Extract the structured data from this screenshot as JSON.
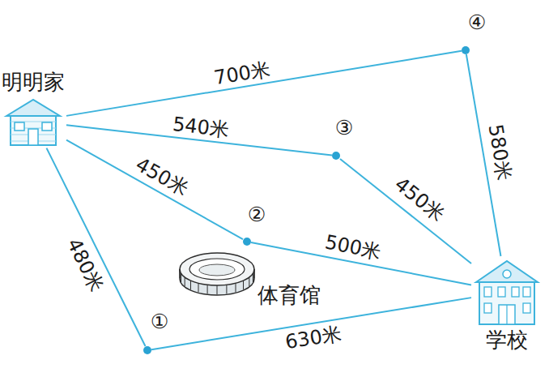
{
  "diagram": {
    "nodes": [
      {
        "text": [
          "明明家"
        ]
      },
      {
        "text": [
          "④"
        ]
      },
      {
        "text": [
          "③"
        ]
      },
      {
        "text": [
          "②"
        ]
      },
      {
        "text": [
          "①"
        ]
      },
      {
        "text": [
          "学校"
        ]
      }
    ],
    "edges": [
      {
        "from": 0,
        "to": 1,
        "arrow": "none",
        "label": "700米"
      },
      {
        "from": 1,
        "to": 5,
        "arrow": "none",
        "label": "580米"
      },
      {
        "from": 0,
        "to": 2,
        "arrow": "none",
        "label": "540米"
      },
      {
        "from": 2,
        "to": 5,
        "arrow": "none",
        "label": "450米"
      },
      {
        "from": 0,
        "to": 3,
        "arrow": "none",
        "label": "450米"
      },
      {
        "from": 3,
        "to": 5,
        "arrow": "none",
        "label": "500米"
      },
      {
        "from": 0,
        "to": 4,
        "arrow": "none",
        "label": "480米"
      },
      {
        "from": 4,
        "to": 5,
        "arrow": "none",
        "label": "630米"
      }
    ],
    "labels": [
      "体育馆"
    ]
  }
}
